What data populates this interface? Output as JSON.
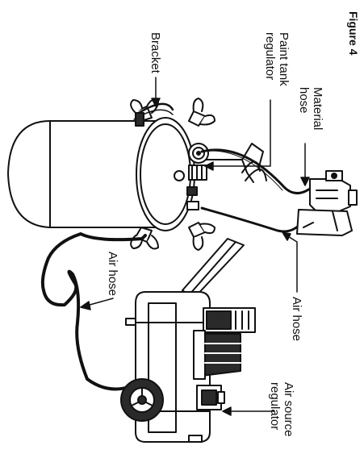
{
  "figure": {
    "title": "Figure 4"
  },
  "labels": {
    "bracket": "Bracket",
    "paint_tank_regulator": [
      "Paint tank",
      "regulator"
    ],
    "material_hose": [
      "Material",
      "hose"
    ],
    "air_hose_top": "Air hose",
    "air_hose_bottom": "Air hose",
    "air_source_regulator": [
      "Air source",
      "regulator"
    ]
  },
  "colors": {
    "ink": "#111111",
    "paper": "#ffffff",
    "shade": "#2a2a2a"
  }
}
